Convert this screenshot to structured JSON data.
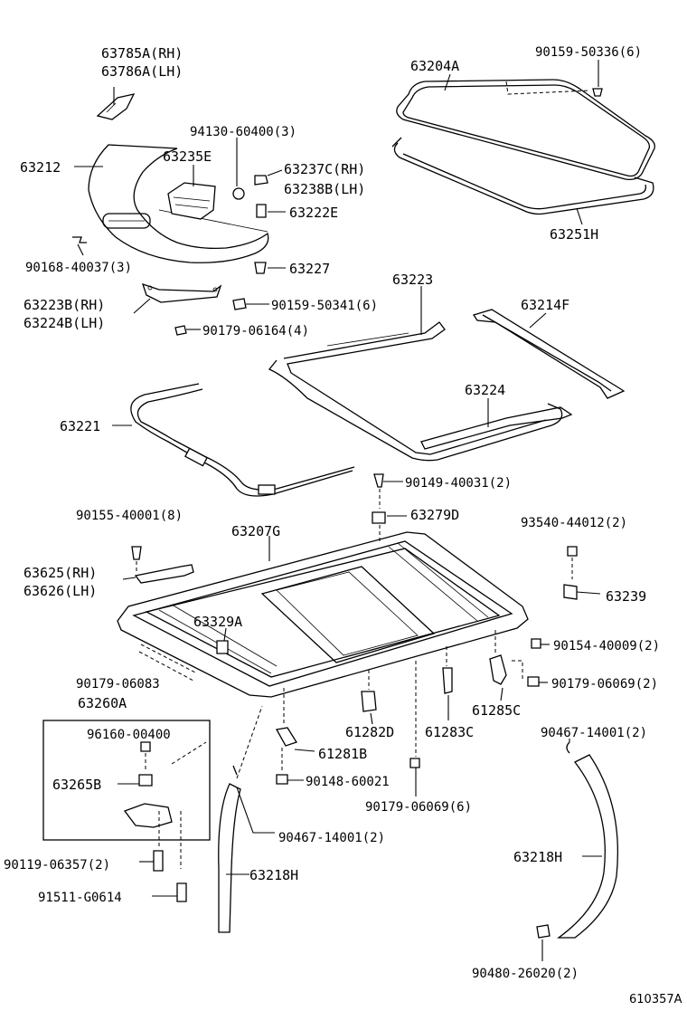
{
  "diagram": {
    "ref": "610357A",
    "labels": {
      "p63785A": "63785A(RH)",
      "p63786A": "63786A(LH)",
      "p63204A": "63204A",
      "p90159_50336": "90159-50336(6)",
      "p94130": "94130-60400(3)",
      "p63212": "63212",
      "p63235E": "63235E",
      "p63237C": "63237C(RH)",
      "p63238B": "63238B(LH)",
      "p63222E": "63222E",
      "p90168": "90168-40037(3)",
      "p63227": "63227",
      "p63251H": "63251H",
      "p63223": "63223",
      "p63214F": "63214F",
      "p63223B": "63223B(RH)",
      "p63224B": "63224B(LH)",
      "p90159_50341": "90159-50341(6)",
      "p90179_06164": "90179-06164(4)",
      "p63224": "63224",
      "p63221": "63221",
      "p90149": "90149-40031(2)",
      "p63279D": "63279D",
      "p90155": "90155-40001(8)",
      "p63207G": "63207G",
      "p93540": "93540-44012(2)",
      "p63625": "63625(RH)",
      "p63626": "63626(LH)",
      "p63239": "63239",
      "p63329A": "63329A",
      "p90154": "90154-40009(2)",
      "p90179_06083": "90179-06083",
      "p90179_06069a": "90179-06069(2)",
      "p63260A": "63260A",
      "p61285C": "61285C",
      "p96160": "96160-00400",
      "p61282D": "61282D",
      "p61283C": "61283C",
      "p90467a": "90467-14001(2)",
      "p63265B": "63265B",
      "p61281B": "61281B",
      "p90148": "90148-60021",
      "p90179_06069b": "90179-06069(6)",
      "p90467b": "90467-14001(2)",
      "p90119": "90119-06357(2)",
      "p63218H_a": "63218H",
      "p63218H_b": "63218H",
      "p91511": "91511-G0614",
      "p90480": "90480-26020(2)"
    }
  }
}
